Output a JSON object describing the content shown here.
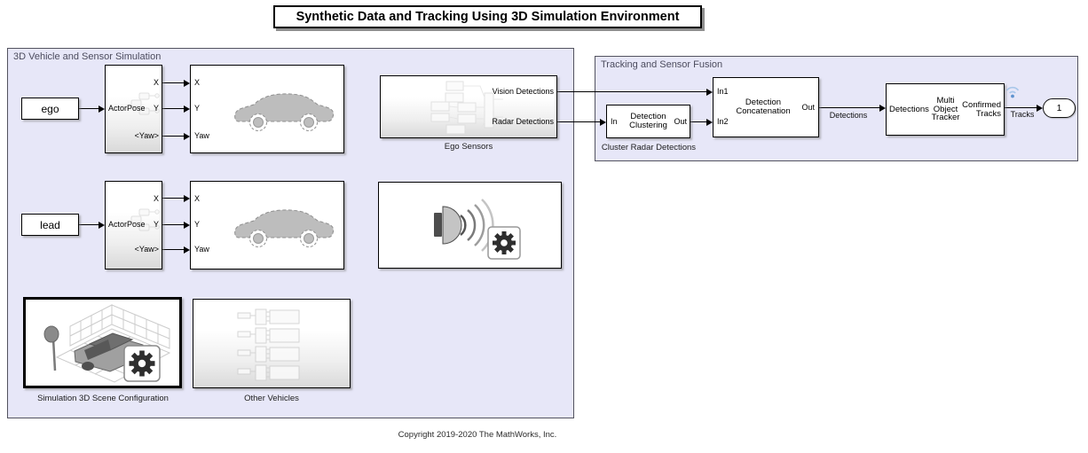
{
  "title": "Synthetic Data and Tracking Using 3D Simulation Environment",
  "copyright": "Copyright 2019-2020 The MathWorks, Inc.",
  "colors": {
    "area_fill": "#e7e7f8",
    "area_border": "#53535f",
    "block_border": "#000000",
    "logging_badge_blue": "#7fa8d9"
  },
  "icons": {
    "car": "car-icon",
    "radar": "radar-speaker-icon",
    "gear": "gear-icon",
    "scene": "3d-scene-icon",
    "logging": "signal-logging-wifi-icon",
    "bus": "bus-selector-icon"
  },
  "areas": {
    "sim": {
      "label": "3D Vehicle and Sensor Simulation"
    },
    "tracking": {
      "label": "Tracking and Sensor Fusion"
    }
  },
  "blocks": {
    "ego": {
      "label": "ego"
    },
    "lead": {
      "label": "lead"
    },
    "actor_pose": {
      "name": "ActorPose",
      "port_x": "X",
      "port_y": "Y",
      "port_yaw": "<Yaw>"
    },
    "vehicle": {
      "port_x": "X",
      "port_y": "Y",
      "port_yaw": "Yaw"
    },
    "ego_sensors": {
      "label": "Ego Sensors",
      "port_vision": "Vision Detections",
      "port_radar": "Radar Detections"
    },
    "clustering": {
      "line1": "Detection",
      "line2": "Clustering",
      "port_in": "In",
      "port_out": "Out",
      "label": "Cluster Radar Detections"
    },
    "concat": {
      "line1": "Detection",
      "line2": "Concatenation",
      "port_in1": "In1",
      "port_in2": "In2",
      "port_out": "Out"
    },
    "tracker": {
      "line1": "Multi",
      "line2": "Object",
      "line3": "Tracker",
      "port_in": "Detections",
      "port_out1": "Confirmed",
      "port_out2": "Tracks"
    },
    "outport": {
      "label": "1"
    },
    "scene_config": {
      "label": "Simulation 3D Scene Configuration"
    },
    "other_vehicles": {
      "label": "Other Vehicles"
    }
  },
  "signals": {
    "detections": "Detections",
    "tracks": "Tracks"
  }
}
